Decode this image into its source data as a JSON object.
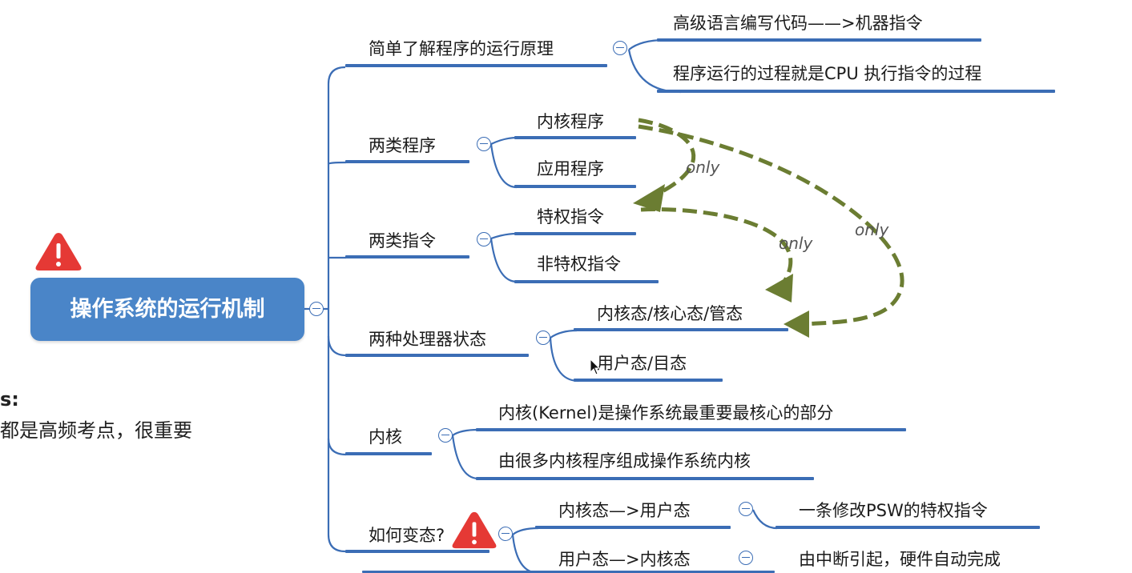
{
  "root": {
    "label": "操作系统的运行机制"
  },
  "notes": {
    "line1": "s:",
    "line2": "都是高频考点，很重要"
  },
  "branches": [
    {
      "label": "简单了解程序的运行原理",
      "children": [
        "高级语言编写代码——>机器指令",
        "程序运行的过程就是CPU 执行指令的过程"
      ]
    },
    {
      "label": "两类程序",
      "children": [
        "内核程序",
        "应用程序"
      ]
    },
    {
      "label": "两类指令",
      "children": [
        "特权指令",
        "非特权指令"
      ]
    },
    {
      "label": "两种处理器状态",
      "children": [
        "内核态/核心态/管态",
        "用户态/目态"
      ]
    },
    {
      "label": "内核",
      "children": [
        "内核(Kernel)是操作系统最重要最核心的部分",
        "由很多内核程序组成操作系统内核"
      ]
    },
    {
      "label": "如何变态?",
      "children": [
        "内核态—>用户态",
        "用户态—>内核态"
      ],
      "grandchildren": [
        "一条修改PSW的特权指令",
        "由中断引起，硬件自动完成"
      ]
    }
  ],
  "arrow_labels": [
    "only",
    "only",
    "only"
  ],
  "colors": {
    "accent": "#3b6db5",
    "root_fill": "#4a85c8",
    "arrow": "#6b7d32",
    "warning": "#e53935"
  },
  "icons": [
    "warning-icon",
    "collapse-icon",
    "mouse-cursor-icon"
  ]
}
